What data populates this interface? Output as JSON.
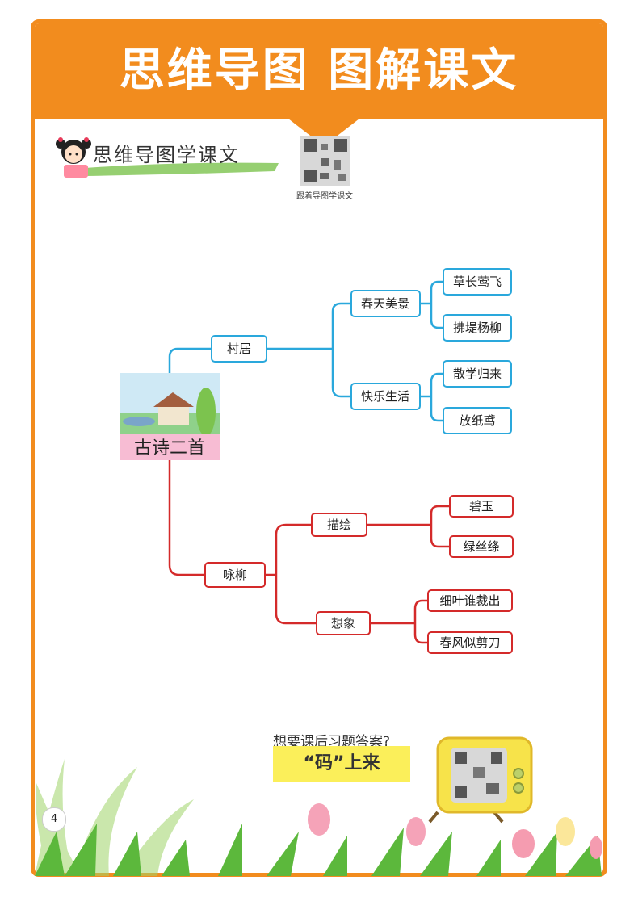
{
  "banner": {
    "title": "思维导图 图解课文"
  },
  "section": {
    "label": "思维导图学课文"
  },
  "qr_caption": "跟着导图学课文",
  "mindmap": {
    "root": "古诗二首",
    "branches": [
      {
        "label": "村居",
        "color": "#2aa8dc",
        "children": [
          {
            "label": "春天美景",
            "leaves": [
              "草长莺飞",
              "拂堤杨柳"
            ]
          },
          {
            "label": "快乐生活",
            "leaves": [
              "散学归来",
              "放纸鸢"
            ]
          }
        ]
      },
      {
        "label": "咏柳",
        "color": "#d42a2a",
        "children": [
          {
            "label": "描绘",
            "leaves": [
              "碧玉",
              "绿丝绦"
            ]
          },
          {
            "label": "想象",
            "leaves": [
              "细叶谁裁出",
              "春风似剪刀"
            ]
          }
        ]
      }
    ]
  },
  "promo": {
    "question": "想要课后习题答案?",
    "text": "“码”上来"
  },
  "page_number": "4",
  "colors": {
    "accent": "#f28c1e",
    "blue": "#2aa8dc",
    "red": "#d42a2a",
    "pink": "#f7bcd3",
    "yellow": "#fbef5a"
  }
}
